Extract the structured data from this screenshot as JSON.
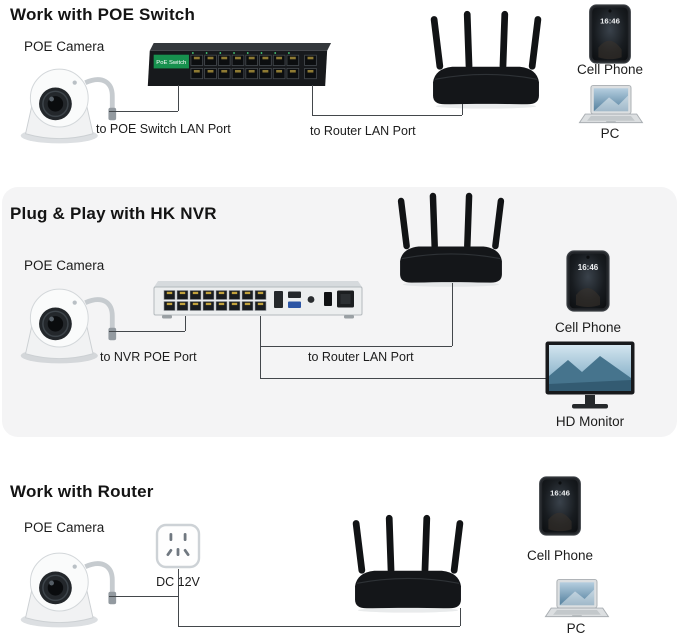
{
  "section1": {
    "title": "Work with POE Switch",
    "camera_label": "POE Camera",
    "switch_label": "PoE Switch",
    "to_switch_line_label": "to POE Switch LAN Port",
    "to_router_line_label": "to Router LAN Port",
    "phone_label": "Cell Phone",
    "pc_label": "PC"
  },
  "section2": {
    "title": "Plug & Play with HK NVR",
    "camera_label": "POE Camera",
    "to_nvr_line_label": "to NVR POE Port",
    "to_router_line_label": "to Router LAN Port",
    "phone_label": "Cell Phone",
    "monitor_label": "HD Monitor"
  },
  "section3": {
    "title": "Work with Router",
    "camera_label": "POE Camera",
    "power_label": "DC 12V",
    "phone_label": "Cell Phone",
    "pc_label": "PC"
  },
  "phone": {
    "time": "16:46"
  }
}
